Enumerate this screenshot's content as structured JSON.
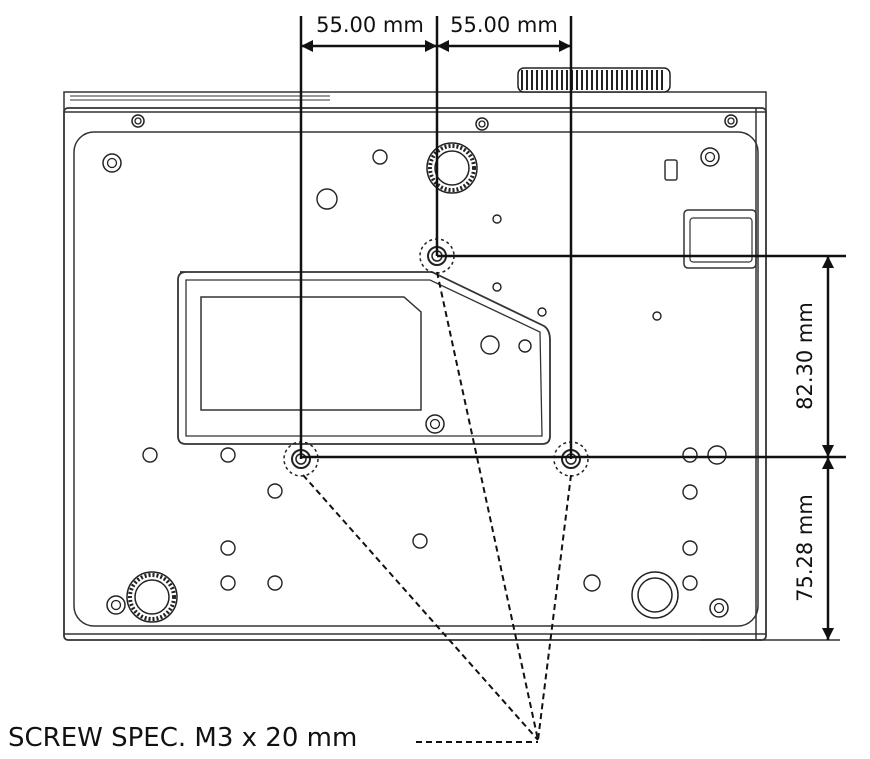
{
  "dimensions": {
    "horizontal_left": "55.00 mm",
    "horizontal_right": "55.00 mm",
    "vertical_upper": "82.30 mm",
    "vertical_lower": "75.28 mm"
  },
  "screw_spec": "SCREW SPEC. M3 x 20 mm",
  "colors": {
    "line": "#111111",
    "body_stroke": "#333333",
    "background": "#ffffff"
  }
}
